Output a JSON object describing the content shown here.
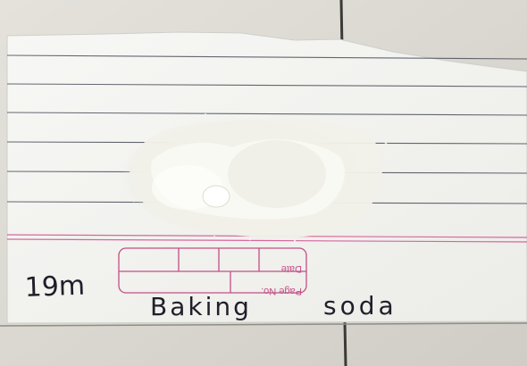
{
  "photo": {
    "handwritten_label": {
      "quantity": "19m",
      "substance_word_1": "Baking",
      "substance_word_2": "soda"
    },
    "stamp_box": {
      "date_label": "Date",
      "page_label": "Page No."
    },
    "colors": {
      "floor_tile": "#dcdad3",
      "tile_grout": "#3a3a38",
      "paper": "#f4f4f1",
      "ruled_line": "#4a4f5a",
      "margin_line": "#d15a95",
      "powder": "#f2f1ea",
      "ink": "#1f1f2a"
    }
  }
}
